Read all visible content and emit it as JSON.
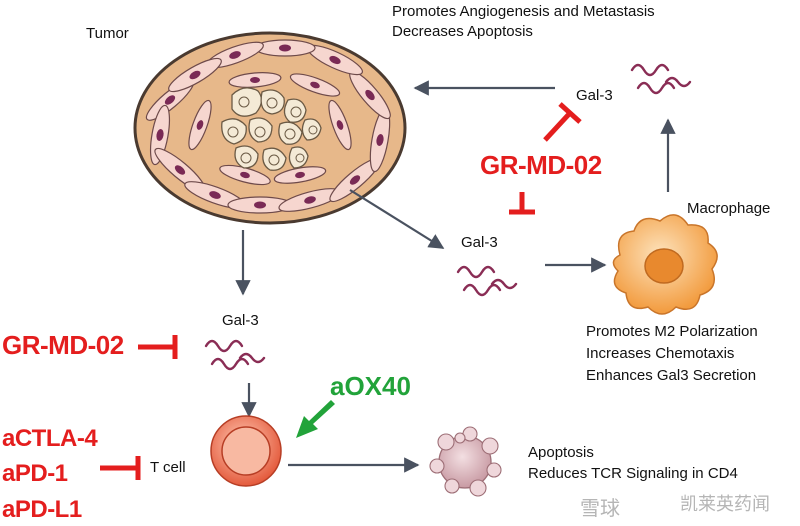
{
  "colors": {
    "inhibit_red": "#e41e1e",
    "activate_green": "#22a33a",
    "arrow_gray": "#4a5260",
    "gal3_purple": "#8a2d55",
    "tumor_fill": "#e7b88a",
    "macrophage_orange": "#f29a3c",
    "tcell_red": "#e45a3c",
    "apoptotic_pink": "#c89aa3"
  },
  "labels": {
    "tumor": "Tumor",
    "top_effects": [
      "Promotes Angiogenesis and Metastasis",
      "Decreases Apoptosis"
    ],
    "gal3_top": "Gal-3",
    "gal3_middle": "Gal-3",
    "gal3_left": "Gal-3",
    "macrophage": "Macrophage",
    "macrophage_effects": [
      "Promotes M2 Polarization",
      "Increases Chemotaxis",
      "Enhances Gal3 Secretion"
    ],
    "tcell": "T cell",
    "apoptosis_effects": [
      "Apoptosis",
      "Reduces TCR Signaling in CD4"
    ]
  },
  "drugs": {
    "grmd02_right": "GR-MD-02",
    "grmd02_left": "GR-MD-02",
    "aox40": "aOX40",
    "checkpoint": [
      "aCTLA-4",
      "aPD-1",
      "aPD-L1"
    ]
  },
  "watermark": {
    "left": "雪球",
    "right": "凯莱英药闻"
  }
}
